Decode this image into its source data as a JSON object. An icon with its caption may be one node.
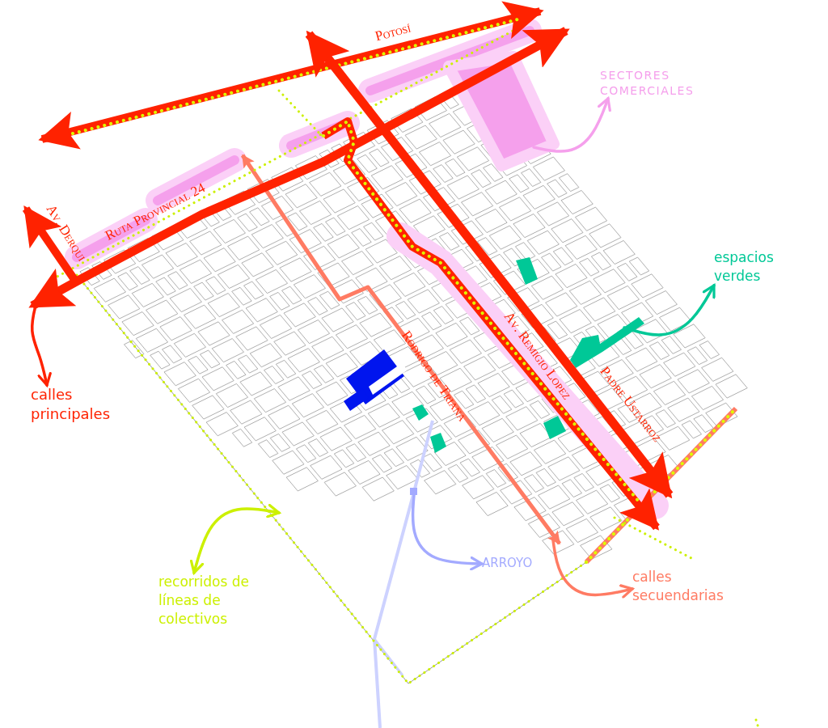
{
  "diagram": {
    "nodes": [
      {
        "text": [
          "calles principales"
        ]
      },
      {
        "text": [
          "SECTORES COMERCIALES"
        ]
      },
      {
        "text": [
          "espacios verdes"
        ]
      },
      {
        "text": [
          "recorridos de líneas de colectivos"
        ]
      },
      {
        "text": [
          "ARROYO"
        ]
      },
      {
        "text": [
          "calles secuendarias"
        ]
      }
    ],
    "edges": [
      {
        "from": null,
        "to": 0,
        "arrow": "to",
        "color": "#ff2200"
      },
      {
        "from": null,
        "to": 1,
        "arrow": "to",
        "color": "#f5a0ec"
      },
      {
        "from": null,
        "to": 2,
        "arrow": "to",
        "color": "#00c897"
      },
      {
        "from": null,
        "to": 3,
        "arrow": "both",
        "color": "#ccf000"
      },
      {
        "from": null,
        "to": 4,
        "arrow": "to",
        "color": "#a3aaff"
      },
      {
        "from": null,
        "to": 5,
        "arrow": "to",
        "color": "#ff7b63"
      }
    ],
    "labels": [
      "Potosí",
      "Ruta Provincial 24",
      "Av. Derqui",
      "Rodrigo de Triana",
      "Av. Remigio Lopez",
      "Padre Ustarroz"
    ]
  }
}
